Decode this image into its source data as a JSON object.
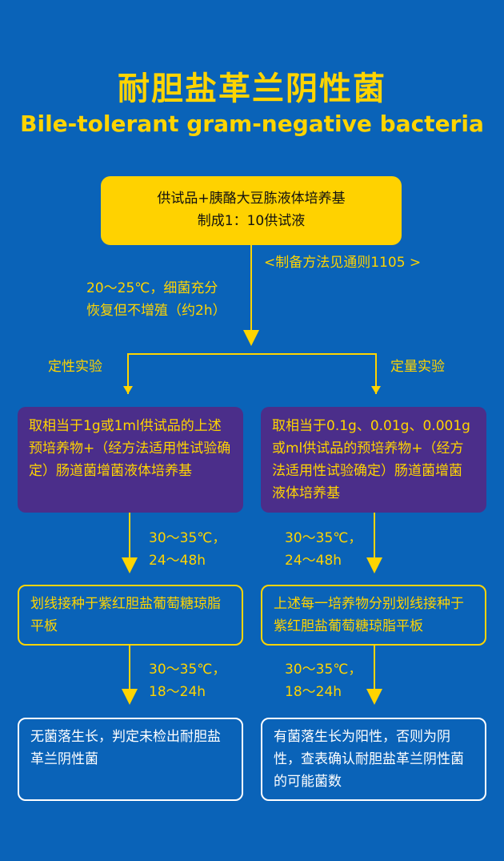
{
  "title": {
    "cn": "耐胆盐革兰阴性菌",
    "en": "Bile-tolerant gram-negative bacteria"
  },
  "start": {
    "line1": "供试品+胰酪大豆胨液体培养基",
    "line2": "制成1：10供试液"
  },
  "note": "<制备方法见通则1105 >",
  "incubation": {
    "line1": "20～25℃，细菌充分",
    "line2": "恢复但不增殖（约2h）"
  },
  "branches": {
    "left": "定性实验",
    "right": "定量实验"
  },
  "left": {
    "enrich": "取相当于1g或1ml供试品的上述预培养物+（经方法适用性试验确定）肠道菌增菌液体培养基",
    "temp1": {
      "line1": "30～35℃，",
      "line2": "24～48h"
    },
    "plate": "划线接种于紫红胆盐葡萄糖琼脂平板",
    "temp2": {
      "line1": "30～35℃，",
      "line2": "18～24h"
    },
    "result": "无菌落生长，判定未检出耐胆盐革兰阴性菌"
  },
  "right": {
    "enrich": "取相当于0.1g、0.01g、0.001g或ml供试品的预培养物+（经方法适用性试验确定）肠道菌增菌液体培养基",
    "temp1": {
      "line1": "30～35℃，",
      "line2": "24～48h"
    },
    "plate": "上述每一培养物分别划线接种于紫红胆盐葡萄糖琼脂平板",
    "temp2": {
      "line1": "30～35℃，",
      "line2": "18～24h"
    },
    "result": "有菌落生长为阳性，否则为阴性，查表确认耐胆盐革兰阴性菌的可能菌数"
  },
  "colors": {
    "background": "#0a63b8",
    "accent_yellow": "#ffd400",
    "purple": "#4b2e8a",
    "white": "#ffffff"
  }
}
